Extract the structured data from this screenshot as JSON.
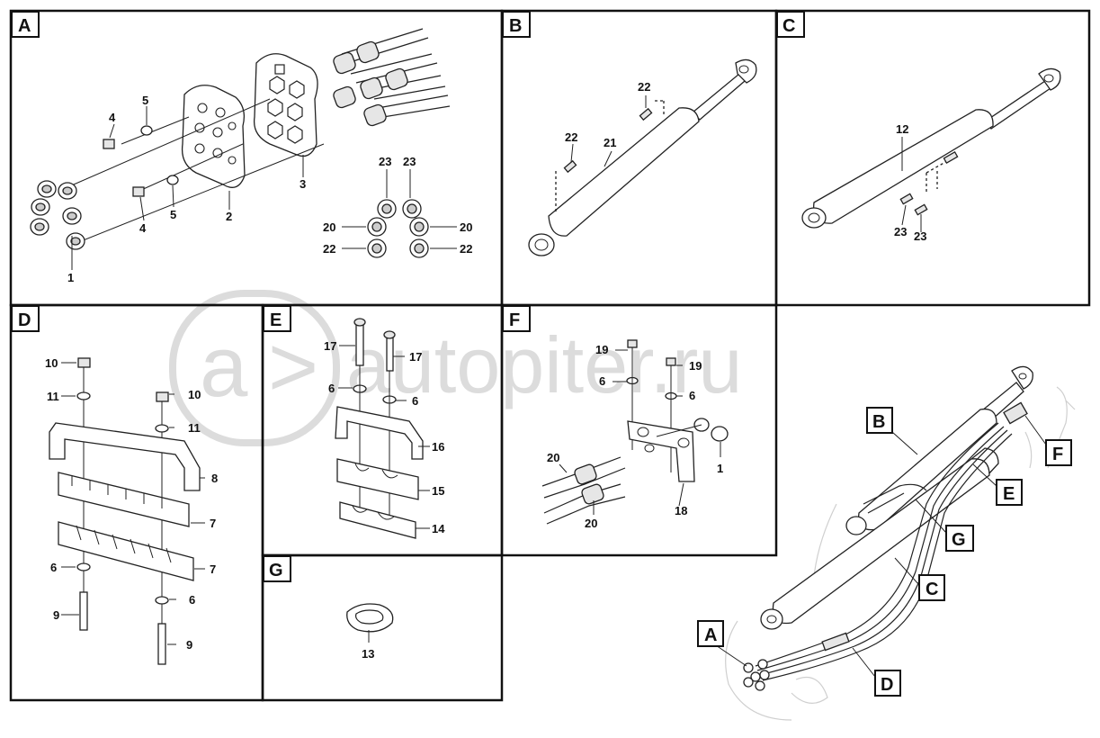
{
  "panels": {
    "A": "A",
    "B": "B",
    "C": "C",
    "D": "D",
    "E": "E",
    "F": "F",
    "G": "G"
  },
  "callouts": {
    "a_1": "1",
    "a_2": "2",
    "a_3": "3",
    "a_4a": "4",
    "a_4b": "4",
    "a_5a": "5",
    "a_5b": "5",
    "a_23a": "23",
    "a_23b": "23",
    "a_20a": "20",
    "a_20b": "20",
    "a_22a": "22",
    "a_22b": "22",
    "b_22a": "22",
    "b_22b": "22",
    "b_21": "21",
    "c_12": "12",
    "c_23a": "23",
    "c_23b": "23",
    "d_10a": "10",
    "d_10b": "10",
    "d_11a": "11",
    "d_11b": "11",
    "d_8": "8",
    "d_7a": "7",
    "d_7b": "7",
    "d_6a": "6",
    "d_6b": "6",
    "d_9a": "9",
    "d_9b": "9",
    "e_17a": "17",
    "e_17b": "17",
    "e_6a": "6",
    "e_6b": "6",
    "e_16": "16",
    "e_15": "15",
    "e_14": "14",
    "f_19a": "19",
    "f_19b": "19",
    "f_6a": "6",
    "f_6b": "6",
    "f_1": "1",
    "f_20a": "20",
    "f_20b": "20",
    "f_18": "18",
    "g_13": "13"
  },
  "overview_tags": {
    "B": "B",
    "F": "F",
    "E": "E",
    "G": "G",
    "C": "C",
    "A": "A",
    "D": "D"
  },
  "watermark": "autopiter.ru"
}
